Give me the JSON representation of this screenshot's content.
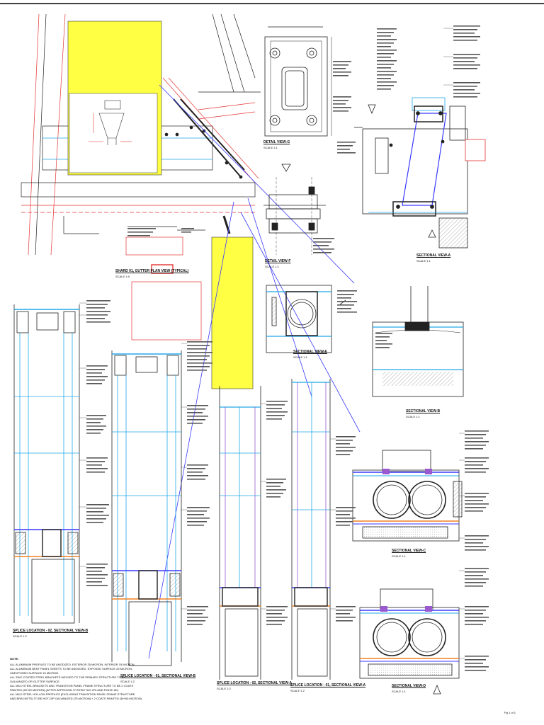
{
  "views": {
    "gutter_plan": {
      "title": "SHARD 01, GUTTER PLAN VIEW (TYPICAL)",
      "scale": "SCALE 1:5"
    },
    "detail_g": {
      "title": "DETAIL VIEW-G",
      "scale": "SCALE 1:1"
    },
    "detail_f": {
      "title": "DETAIL VIEW-F",
      "scale": "SCALE 1:1"
    },
    "sectional_a": {
      "title": "SECTIONAL VIEW-A",
      "scale": "SCALE 1:1"
    },
    "sectional_e": {
      "title": "SECTIONAL VIEW-E",
      "scale": "SCALE 1:1"
    },
    "sectional_b": {
      "title": "SECTIONAL VIEW-B",
      "scale": "SCALE 1:1"
    },
    "sectional_c": {
      "title": "SECTIONAL VIEW-C",
      "scale": "SCALE 1:1"
    },
    "sectional_d": {
      "title": "SECTIONAL VIEW-D",
      "scale": "SCALE 1:1"
    },
    "splice_02_b": {
      "title": "SPLICE LOCATION - 02, SECTIONAL VIEW-B",
      "scale": "SCALE 1:2"
    },
    "splice_01_b": {
      "title": "SPLICE LOCATION - 01, SECTIONAL VIEW-B",
      "scale": "SCALE 1:2"
    },
    "splice_02_a": {
      "title": "SPLICE LOCATION - 02, SECTIONAL VIEW-A",
      "scale": "SCALE 1:2"
    },
    "splice_01_a": {
      "title": "SPLICE LOCATION - 01, SECTIONAL VIEW-A",
      "scale": "SCALE 1:2"
    }
  },
  "notes": {
    "heading": "NOTE:",
    "lines": [
      "ALL ALUMINIUM PROFILES TO BE ANODIZED. EXTERIOR 25 MICRON, INTERIOR 15 MICRON.",
      "ALL ALUMINIUM BENT PANEL SHEETS TO BE ANODIZED. EXPOSED SURFACE 25 MICRON,",
      "UNEXPOSED SURFACE 15 MICRON.",
      "ALL ZINC-COATED STEEL BRACKETS WELDED TO THE PRIMARY STRUCTURE TO BE",
      "GALVANIZED OR GLITTER SURFACE.",
      "ALL MILD STEEL BRACKETS AND TRANSITION PANEL FRAME STRUCTURE TO BE 2 COATS",
      "PAINTED (60+60 MICRON) (AFTER APPROVED SYSTEM TAG 375 AND FINISH 80).",
      "ALL MILD STEEL HOLLOW PROFILES (EXCLUDING TRANSITION PANEL FRAME STRUCTURE",
      "AND BRACKETS) TO BE HOT-DIP GALVANIZED (75 MICRON) + 2 COATS PAINTED (30+60 MICRON)."
    ]
  },
  "page_number": "Pg 1 of 1",
  "accent_colors": {
    "yellow": "#ffff44",
    "red": "#e53333",
    "blue": "#3a3aff",
    "cyan": "#22a7e8",
    "purple": "#9b59d0",
    "orange": "#f08020"
  }
}
